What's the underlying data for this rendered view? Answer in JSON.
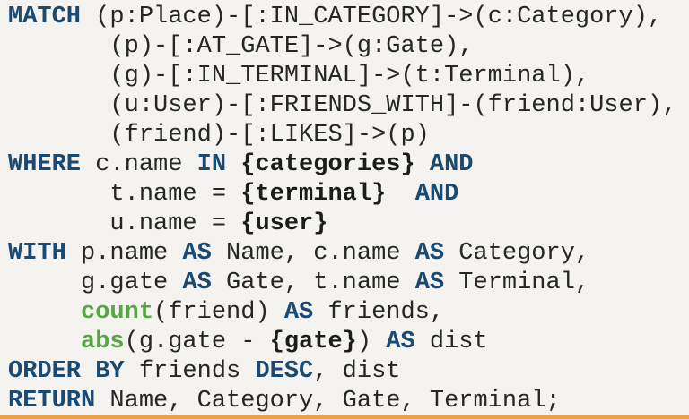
{
  "slide": {
    "background": "#f4f3f0",
    "accent_bar_color": "#f0a23b"
  },
  "code": {
    "language": "cypher",
    "token_styles": {
      "kw": {
        "color": "#1a4971",
        "bold": true
      },
      "fn": {
        "color": "#58a546",
        "bold": true
      },
      "param": {
        "color": "#1c1c1c",
        "bold": true
      },
      "plain": {
        "color": "#262626",
        "bold": false
      }
    },
    "lines": [
      [
        [
          "kw",
          "MATCH"
        ],
        [
          "plain",
          " (p:Place)-[:IN_CATEGORY]->(c:Category),"
        ]
      ],
      [
        [
          "plain",
          "       (p)-[:AT_GATE]->(g:Gate),"
        ]
      ],
      [
        [
          "plain",
          "       (g)-[:IN_TERMINAL]->(t:Terminal),"
        ]
      ],
      [
        [
          "plain",
          "       (u:User)-[:FRIENDS_WITH]-(friend:User),"
        ]
      ],
      [
        [
          "plain",
          "       (friend)-[:LIKES]->(p)"
        ]
      ],
      [
        [
          "kw",
          "WHERE"
        ],
        [
          "plain",
          " c.name "
        ],
        [
          "kw",
          "IN"
        ],
        [
          "plain",
          " "
        ],
        [
          "param",
          "{categories}"
        ],
        [
          "plain",
          " "
        ],
        [
          "kw",
          "AND"
        ]
      ],
      [
        [
          "plain",
          "       t.name = "
        ],
        [
          "param",
          "{terminal}"
        ],
        [
          "plain",
          "  "
        ],
        [
          "kw",
          "AND"
        ]
      ],
      [
        [
          "plain",
          "       u.name = "
        ],
        [
          "param",
          "{user}"
        ]
      ],
      [
        [
          "kw",
          "WITH"
        ],
        [
          "plain",
          " p.name "
        ],
        [
          "kw",
          "AS"
        ],
        [
          "plain",
          " Name, c.name "
        ],
        [
          "kw",
          "AS"
        ],
        [
          "plain",
          " Category,"
        ]
      ],
      [
        [
          "plain",
          "     g.gate "
        ],
        [
          "kw",
          "AS"
        ],
        [
          "plain",
          " Gate, t.name "
        ],
        [
          "kw",
          "AS"
        ],
        [
          "plain",
          " Terminal,"
        ]
      ],
      [
        [
          "plain",
          "     "
        ],
        [
          "fn",
          "count"
        ],
        [
          "plain",
          "(friend) "
        ],
        [
          "kw",
          "AS"
        ],
        [
          "plain",
          " friends,"
        ]
      ],
      [
        [
          "plain",
          "     "
        ],
        [
          "fn",
          "abs"
        ],
        [
          "plain",
          "(g.gate - "
        ],
        [
          "param",
          "{gate}"
        ],
        [
          "plain",
          ") "
        ],
        [
          "kw",
          "AS"
        ],
        [
          "plain",
          " dist"
        ]
      ],
      [
        [
          "kw",
          "ORDER BY"
        ],
        [
          "plain",
          " friends "
        ],
        [
          "kw",
          "DESC"
        ],
        [
          "plain",
          ", dist"
        ]
      ],
      [
        [
          "kw",
          "RETURN"
        ],
        [
          "plain",
          " Name, Category, Gate, Terminal;"
        ]
      ]
    ]
  }
}
